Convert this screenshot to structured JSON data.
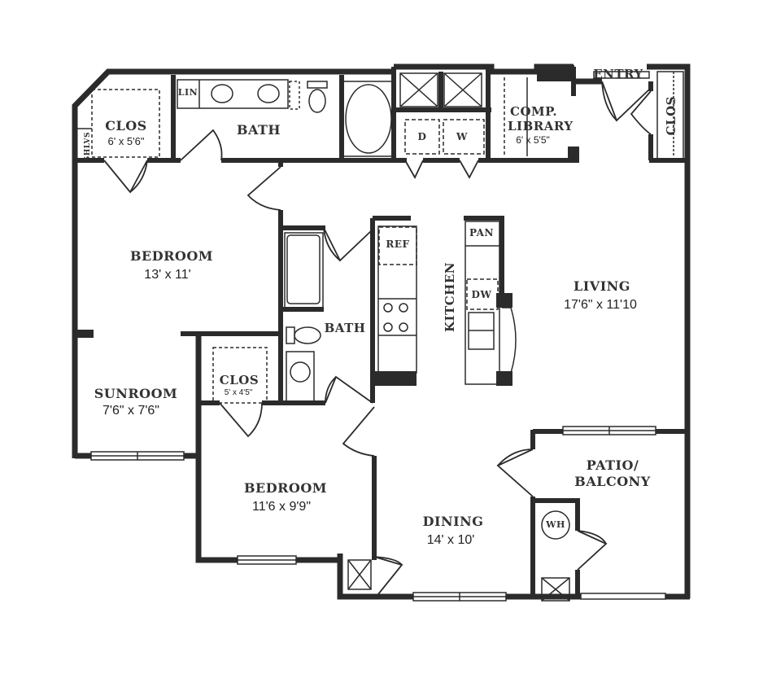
{
  "floor_plan": {
    "colors": {
      "wall": "#2b2b2b",
      "text": "#333333",
      "background": "#ffffff"
    },
    "rooms": [
      {
        "id": "closet-master",
        "name": "CLOS",
        "dimensions": "6' x 5'6\""
      },
      {
        "id": "bath-master",
        "name": "BATH",
        "dimensions": ""
      },
      {
        "id": "comp-library",
        "name": "COMP. LIBRARY",
        "name_line1": "COMP.",
        "name_line2": "LIBRARY",
        "dimensions": "6' x 5'5\""
      },
      {
        "id": "entry",
        "name": "ENTRY",
        "dimensions": ""
      },
      {
        "id": "closet-entry",
        "name": "CLOS",
        "dimensions": ""
      },
      {
        "id": "bedroom-1",
        "name": "BEDROOM",
        "dimensions": "13' x 11'"
      },
      {
        "id": "bath-2",
        "name": "BATH",
        "dimensions": ""
      },
      {
        "id": "kitchen",
        "name": "KITCHEN",
        "dimensions": ""
      },
      {
        "id": "living",
        "name": "LIVING",
        "dimensions": "17'6\" x 11'10"
      },
      {
        "id": "sunroom",
        "name": "SUNROOM",
        "dimensions": "7'6\" x 7'6\""
      },
      {
        "id": "closet-bedroom-2",
        "name": "CLOS",
        "dimensions": "5' x 4'5\""
      },
      {
        "id": "bedroom-2",
        "name": "BEDROOM",
        "dimensions": "11'6 x 9'9\""
      },
      {
        "id": "dining",
        "name": "DINING",
        "dimensions": "14' x 10'"
      },
      {
        "id": "patio",
        "name": "PATIO/ BALCONY",
        "name_line1": "PATIO/",
        "name_line2": "BALCONY",
        "dimensions": ""
      }
    ],
    "fixtures": {
      "linen": "LIN",
      "shelves": "SHLVS",
      "dryer": "D",
      "washer": "W",
      "refrigerator": "REF",
      "pantry": "PAN",
      "dishwasher": "DW",
      "water_heater": "WH"
    }
  }
}
